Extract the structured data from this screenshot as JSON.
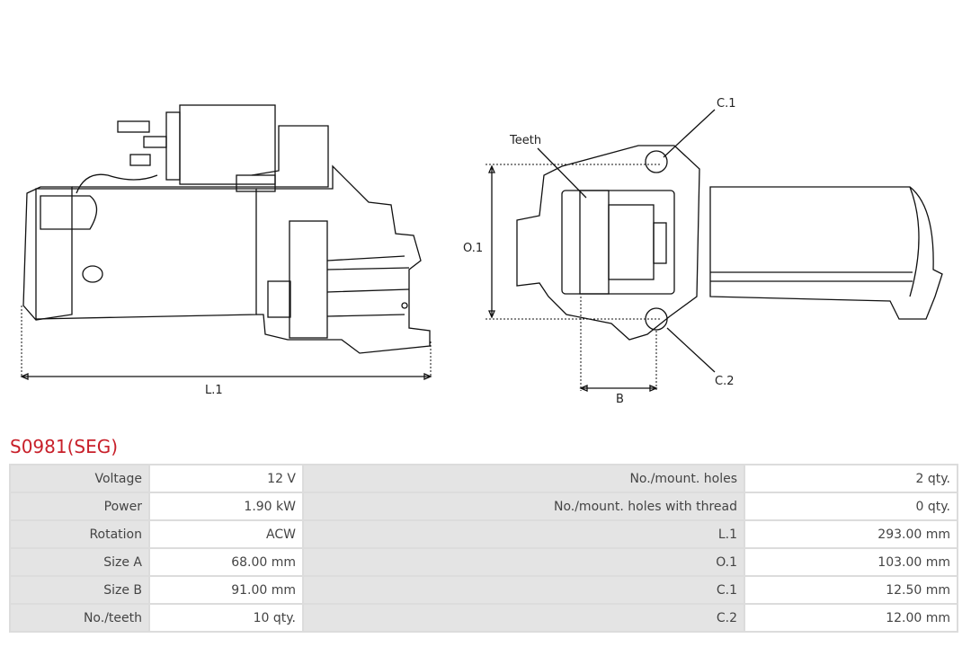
{
  "product": {
    "title": "S0981(SEG)"
  },
  "drawing_labels": {
    "l1": "L.1",
    "teeth": "Teeth",
    "c1": "C.1",
    "c2": "C.2",
    "o1": "O.1",
    "b": "B"
  },
  "specs": [
    {
      "label": "Voltage",
      "value": "12 V",
      "label2": "No./mount. holes",
      "value2": "2 qty."
    },
    {
      "label": "Power",
      "value": "1.90 kW",
      "label2": "No./mount. holes with thread",
      "value2": "0 qty."
    },
    {
      "label": "Rotation",
      "value": "ACW",
      "label2": "L.1",
      "value2": "293.00 mm"
    },
    {
      "label": "Size A",
      "value": "68.00 mm",
      "label2": "O.1",
      "value2": "103.00 mm"
    },
    {
      "label": "Size B",
      "value": "91.00 mm",
      "label2": "C.1",
      "value2": "12.50 mm"
    },
    {
      "label": "No./teeth",
      "value": "10 qty.",
      "label2": "C.2",
      "value2": "12.00 mm"
    }
  ],
  "colors": {
    "title": "#c8202a",
    "label_bg": "#e4e4e4",
    "border": "#dcdcdc"
  }
}
